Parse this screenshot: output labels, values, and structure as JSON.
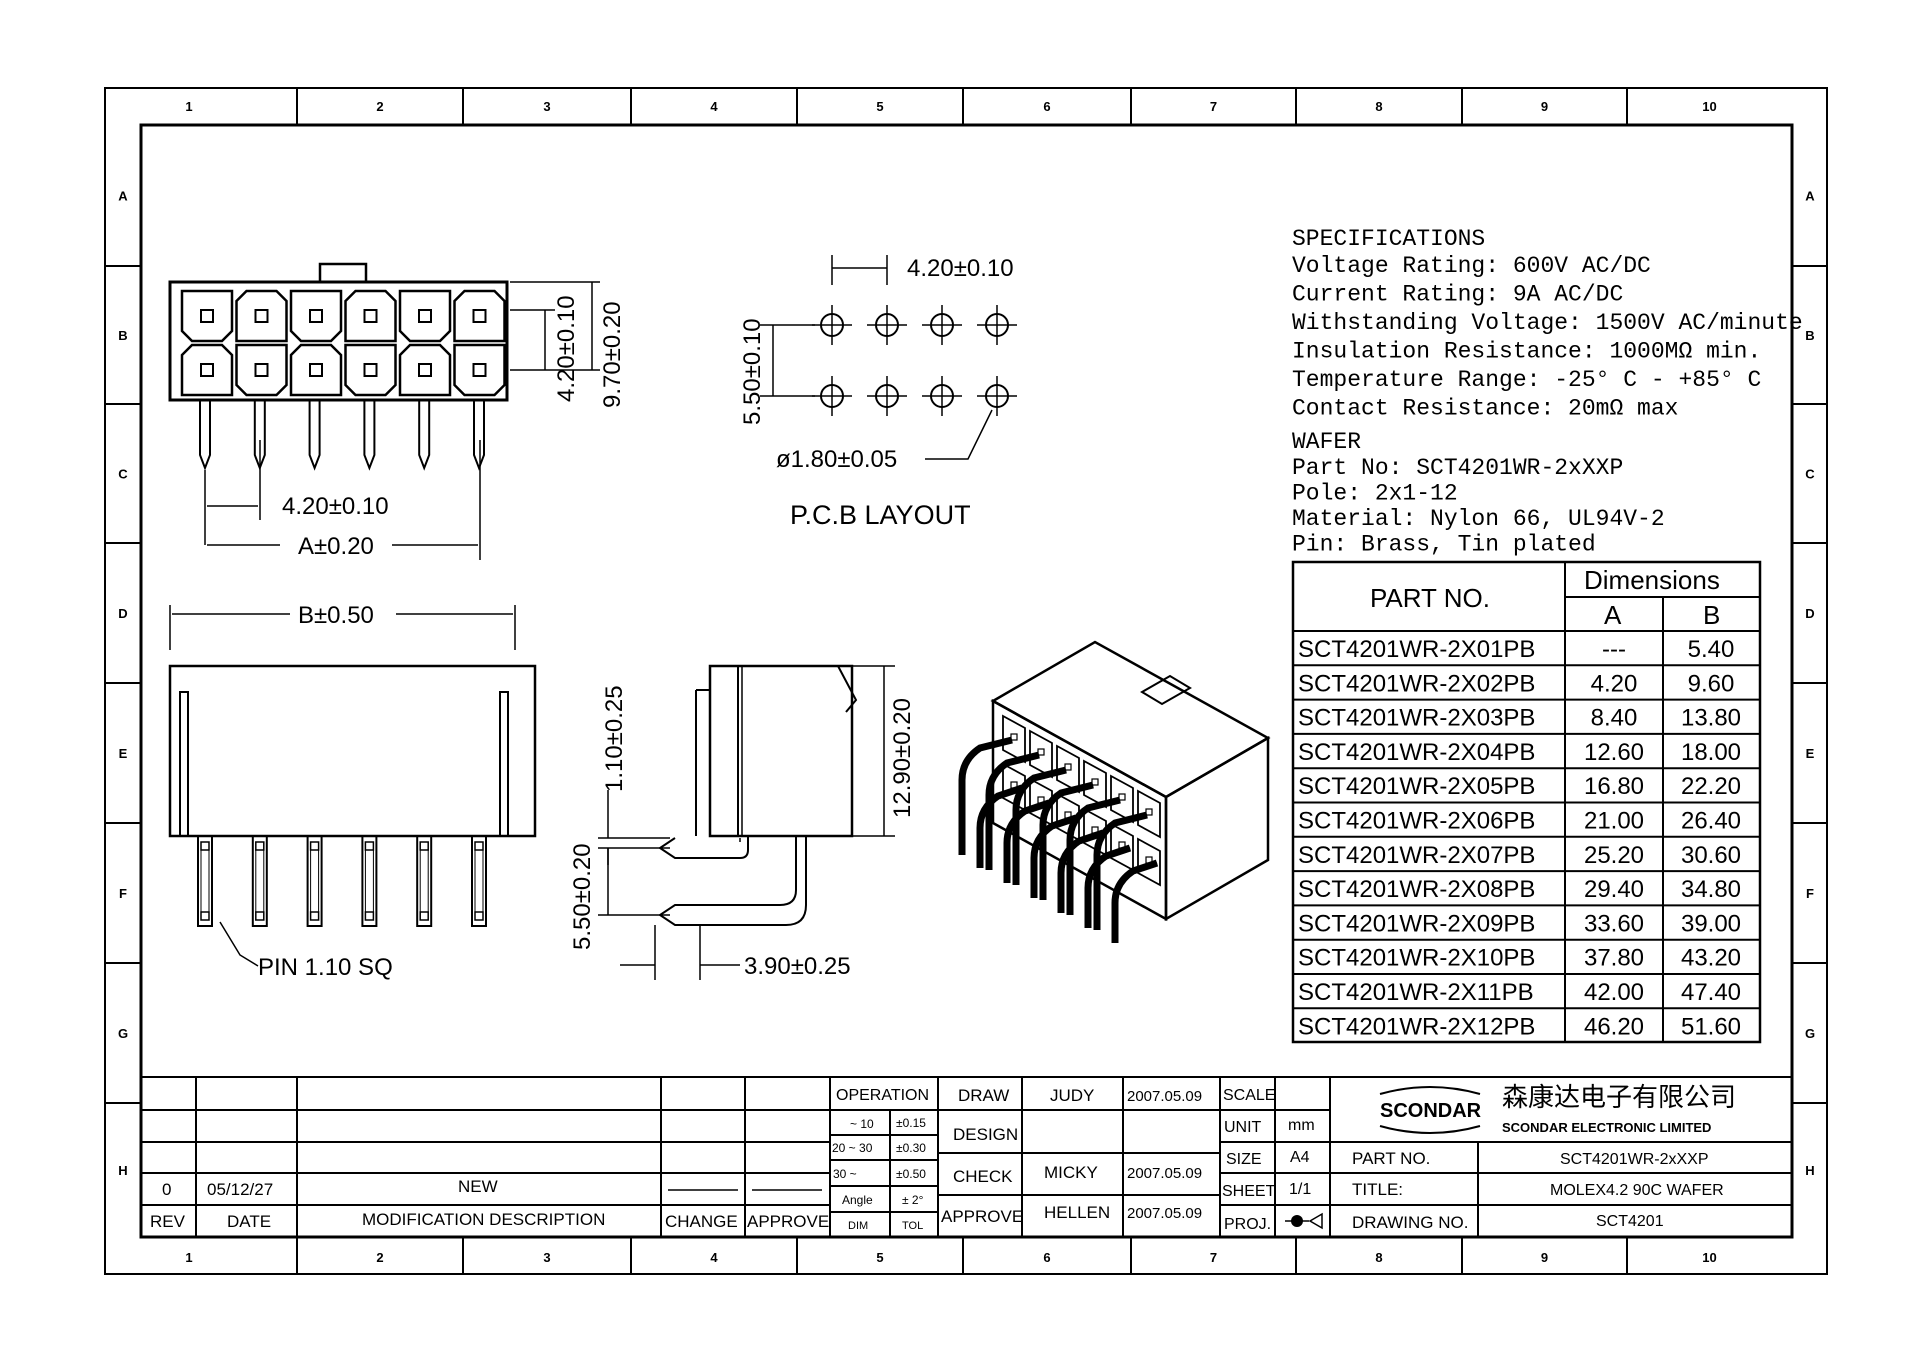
{
  "border": {
    "columns": [
      "1",
      "2",
      "3",
      "4",
      "5",
      "6",
      "7",
      "8",
      "9",
      "10"
    ],
    "rows": [
      "A",
      "B",
      "C",
      "D",
      "E",
      "F",
      "G",
      "H"
    ]
  },
  "specifications": {
    "title": "SPECIFICATIONS",
    "lines": [
      "Voltage Rating: 600V AC/DC",
      "Current Rating: 9A AC/DC",
      "Withstanding Voltage: 1500V AC/minute",
      "Insulation Resistance: 1000MΩ min.",
      "Temperature Range: -25° C - +85° C",
      "Contact Resistance: 20mΩ max"
    ]
  },
  "wafer": {
    "title": "WAFER",
    "lines": [
      "Part No:  SCT4201WR-2xXXP",
      "Pole:  2x1-12",
      "Material: Nylon 66, UL94V-2",
      "Pin: Brass, Tin plated"
    ]
  },
  "dim_table": {
    "part_header": "PART NO.",
    "dims_header": "Dimensions",
    "col_a": "A",
    "col_b": "B",
    "rows": [
      {
        "part": "SCT4201WR-2X01PB",
        "a": "---",
        "b": "5.40"
      },
      {
        "part": "SCT4201WR-2X02PB",
        "a": "4.20",
        "b": "9.60"
      },
      {
        "part": "SCT4201WR-2X03PB",
        "a": "8.40",
        "b": "13.80"
      },
      {
        "part": "SCT4201WR-2X04PB",
        "a": "12.60",
        "b": "18.00"
      },
      {
        "part": "SCT4201WR-2X05PB",
        "a": "16.80",
        "b": "22.20"
      },
      {
        "part": "SCT4201WR-2X06PB",
        "a": "21.00",
        "b": "26.40"
      },
      {
        "part": "SCT4201WR-2X07PB",
        "a": "25.20",
        "b": "30.60"
      },
      {
        "part": "SCT4201WR-2X08PB",
        "a": "29.40",
        "b": "34.80"
      },
      {
        "part": "SCT4201WR-2X09PB",
        "a": "33.60",
        "b": "39.00"
      },
      {
        "part": "SCT4201WR-2X10PB",
        "a": "37.80",
        "b": "43.20"
      },
      {
        "part": "SCT4201WR-2X11PB",
        "a": "42.00",
        "b": "47.40"
      },
      {
        "part": "SCT4201WR-2X12PB",
        "a": "46.20",
        "b": "51.60"
      }
    ]
  },
  "dimensions": {
    "front_pitch": "4.20±0.10",
    "front_height_1": "4.20±0.10",
    "front_height_2": "9.70±0.20",
    "front_pitch_bottom": "4.20±0.10",
    "front_a": "A±0.20",
    "pcb_pitch": "4.20±0.10",
    "pcb_row": "5.50±0.10",
    "pcb_hole": "ø1.80±0.05",
    "pcb_label": "P.C.B  LAYOUT",
    "side_b": "B±0.50",
    "pin_label": "PIN  1.10  SQ",
    "profile_a": "1.10±0.25",
    "profile_b": "12.90±0.20",
    "profile_c": "5.50±0.20",
    "profile_d": "3.90±0.25"
  },
  "title_block": {
    "revisions": {
      "rev": "0",
      "date": "05/12/27",
      "description": "NEW"
    },
    "headers": {
      "rev": "REV",
      "date": "DATE",
      "description": "MODIFICATION  DESCRIPTION",
      "change": "CHANGE",
      "approve": "APPROVE"
    },
    "tolerance": {
      "operation": "OPERATION",
      "r1_range": "~ 10",
      "r1_tol": "±0.15",
      "r2_range": "20 ~ 30",
      "r2_tol": "±0.30",
      "r3_range": "30 ~",
      "r3_tol": "±0.50",
      "r4_range": "Angle",
      "r4_tol": "± 2°",
      "dim": "DIM",
      "tol": "TOL"
    },
    "draw_label": "DRAW",
    "draw_name": "JUDY",
    "draw_date": "2007.05.09",
    "design_label": "DESIGN",
    "check_label": "CHECK",
    "check_name": "MICKY",
    "check_date": "2007.05.09",
    "approve_label": "APPROVE",
    "approve_name": "HELLEN",
    "approve_date": "2007.05.09",
    "scale_label": "SCALE",
    "unit_label": "UNIT",
    "unit_value": "mm",
    "size_label": "SIZE",
    "size_value": "A4",
    "sheet_label": "SHEET",
    "sheet_value": "1/1",
    "proj_label": "PROJ.",
    "company_logo": "SCONDAR",
    "company_cn": "森康达电子有限公司",
    "company_en": "SCONDAR  ELECTRONIC  LIMITED",
    "part_no_label": "PART NO.",
    "part_no": "SCT4201WR-2xXXP",
    "title_label": "TITLE:",
    "title": "MOLEX4.2  90C  WAFER",
    "drawing_no_label": "DRAWING  NO.",
    "drawing_no": "SCT4201"
  }
}
